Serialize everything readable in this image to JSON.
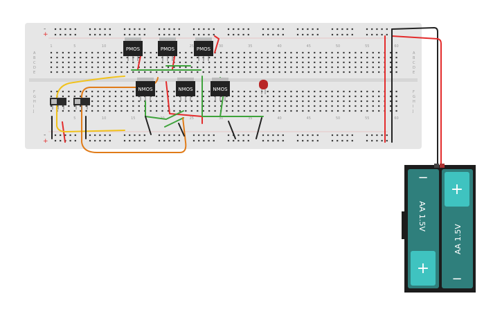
{
  "breadboard": {
    "column_numbers": [
      "1",
      "5",
      "10",
      "15",
      "20",
      "25",
      "30",
      "35",
      "40",
      "45",
      "50",
      "55",
      "60"
    ],
    "row_letters_top": [
      "A",
      "B",
      "C",
      "D",
      "E"
    ],
    "row_letters_bottom": [
      "F",
      "G",
      "H",
      "I",
      "J"
    ],
    "rail_plus": "+",
    "rail_minus": "-"
  },
  "components": {
    "pmos_label": "PMOS",
    "nmos_label": "NMOS",
    "pmos_count": 3,
    "nmos_count": 3,
    "switch_count": 2,
    "led_color": "#c0392b"
  },
  "battery": {
    "cell_left_label": "AA 1.5V",
    "cell_right_label": "AA 1.5V",
    "plus": "+",
    "minus": "−"
  },
  "colors": {
    "board": "#e6e6e6",
    "hole": "#3a3a3a",
    "wire_red": "#e32b2b",
    "wire_black": "#222222",
    "wire_green": "#3ea33b",
    "wire_yellow": "#f1c21b",
    "wire_orange": "#e07b18",
    "battery_teal": "#2f7f7c",
    "battery_cap": "#3fc3c0",
    "mosfet_body": "#222222"
  }
}
